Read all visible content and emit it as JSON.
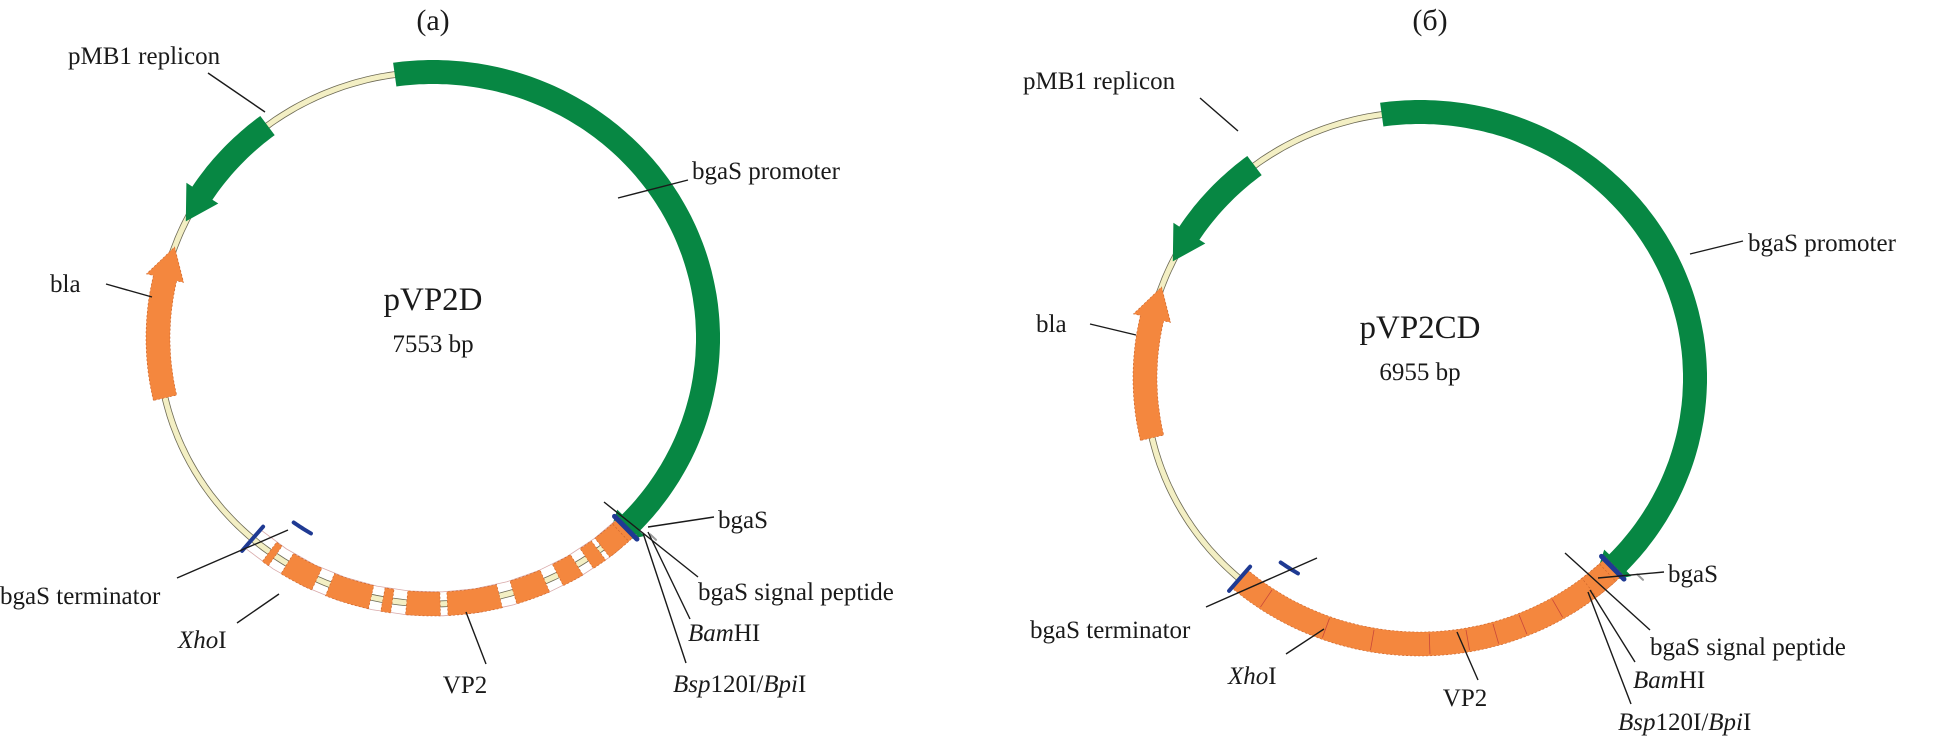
{
  "colors": {
    "promoter_green": "#078743",
    "gene_orange": "#f4873e",
    "site_blue": "#1f3a93",
    "backbone": "#f3efc4",
    "backbone_edge": "#6d6a55",
    "marker_gray": "#9a9a9a"
  },
  "panels": [
    {
      "id": "a",
      "title": "(a)",
      "plasmid_name": "pVP2D",
      "size_label": "7553 bp",
      "vp2_style": "segmented",
      "features": [
        {
          "name": "bgaS promoter",
          "type": "promoter",
          "start_deg": -8,
          "end_deg": 141,
          "direction": "cw"
        },
        {
          "name": "pMB1 replicon",
          "type": "replicon",
          "start_deg": -37,
          "end_deg": -64,
          "direction": "ccw"
        },
        {
          "name": "bla",
          "type": "gene",
          "start_deg": -103,
          "end_deg": -70,
          "direction": "cw"
        },
        {
          "name": "VP2",
          "type": "gene",
          "start_deg": -139,
          "end_deg": 135
        },
        {
          "name": "bgaS",
          "type": "gene",
          "start_deg": 137,
          "end_deg": 141
        }
      ],
      "sites": [
        {
          "name": "XhoI",
          "deg": -139
        },
        {
          "name": "bgaS terminator",
          "deg": -148,
          "offset": "inner"
        },
        {
          "name": "BamHI",
          "deg": 135.5
        },
        {
          "name": "bgaS signal peptide marker",
          "deg": 139,
          "offset": "outer"
        }
      ],
      "labels": {
        "pmb1": "pMB1 replicon",
        "promoter": "bgaS promoter",
        "bla": "bla",
        "bgas": "bgaS",
        "signal": "bgaS signal peptide",
        "bamhi_italic": "Bam",
        "bamhi_rest": "HI",
        "bsp_italic1": "Bsp",
        "bsp_mid": "120I/",
        "bsp_italic2": "Bpi",
        "bsp_rest": "I",
        "terminator": "bgaS terminator",
        "xhoi_italic": "Xho",
        "xhoi_rest": "I",
        "vp2": "VP2"
      }
    },
    {
      "id": "b",
      "title": "(б)",
      "plasmid_name": "pVP2CD",
      "size_label": "6955 bp",
      "vp2_style": "solid",
      "features": [
        {
          "name": "bgaS promoter",
          "type": "promoter",
          "start_deg": -8,
          "end_deg": 141,
          "direction": "cw"
        },
        {
          "name": "pMB1 replicon",
          "type": "replicon",
          "start_deg": -37,
          "end_deg": -64,
          "direction": "ccw"
        },
        {
          "name": "bla",
          "type": "gene",
          "start_deg": -103,
          "end_deg": -70,
          "direction": "cw"
        },
        {
          "name": "VP2",
          "type": "gene",
          "start_deg": -139,
          "end_deg": 135
        },
        {
          "name": "bgaS",
          "type": "gene",
          "start_deg": 137,
          "end_deg": 141
        }
      ],
      "sites": [
        {
          "name": "XhoI",
          "deg": -139
        },
        {
          "name": "bgaS terminator",
          "deg": -148,
          "offset": "inner"
        },
        {
          "name": "BamHI",
          "deg": 135.5
        },
        {
          "name": "bgaS signal peptide marker",
          "deg": 139,
          "offset": "outer"
        }
      ],
      "labels": {
        "pmb1": "pMB1 replicon",
        "promoter": "bgaS promoter",
        "bla": "bla",
        "bgas": "bgaS",
        "signal": "bgaS signal peptide",
        "bamhi_italic": "Bam",
        "bamhi_rest": "HI",
        "bsp_italic1": "Bsp",
        "bsp_mid": "120I/",
        "bsp_italic2": "Bpi",
        "bsp_rest": "I",
        "terminator": "bgaS terminator",
        "xhoi_italic": "Xho",
        "xhoi_rest": "I",
        "vp2": "VP2"
      }
    }
  ]
}
